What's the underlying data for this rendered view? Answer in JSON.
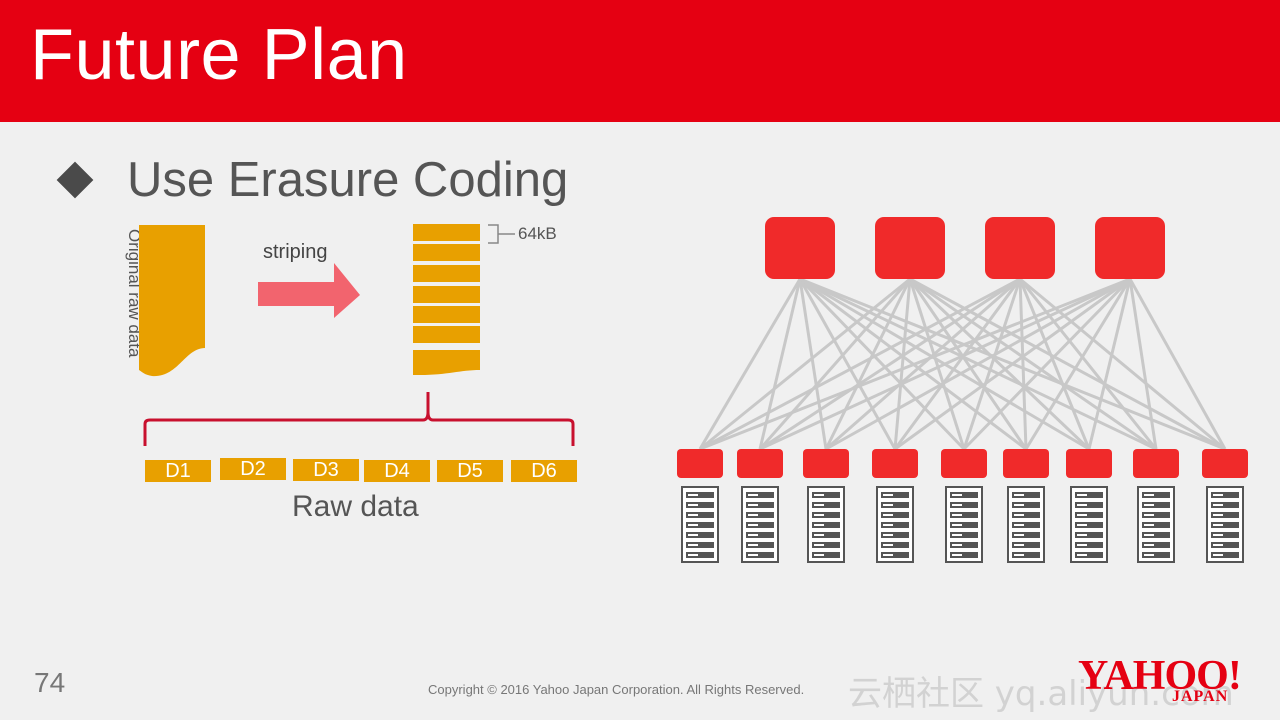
{
  "header": {
    "title": "Future Plan"
  },
  "bullet": {
    "text": "Use Erasure Coding"
  },
  "striping": {
    "original_label": "Original raw data",
    "arrow_label": "striping",
    "block_size_label": "64kB",
    "stripe_count": 7
  },
  "raw_data": {
    "blocks": [
      "D1",
      "D2",
      "D3",
      "D4",
      "D5",
      "D6"
    ],
    "label": "Raw data"
  },
  "network": {
    "spine_count": 4,
    "leaf_count": 9,
    "colors": {
      "node": "#f02a2a",
      "link": "#c8c8c8",
      "server": "#555555"
    }
  },
  "footer": {
    "page_number": "74",
    "copyright": "Copyright © 2016  Yahoo Japan Corporation. All Rights Reserved.",
    "watermark": "云栖社区 yq.aliyun.com",
    "logo": "YAHOO!",
    "logo_sub": "JAPAN"
  },
  "colors": {
    "header": "#e50012",
    "block": "#e8a000",
    "arrow": "#f2646e",
    "brace": "#c8102e"
  }
}
